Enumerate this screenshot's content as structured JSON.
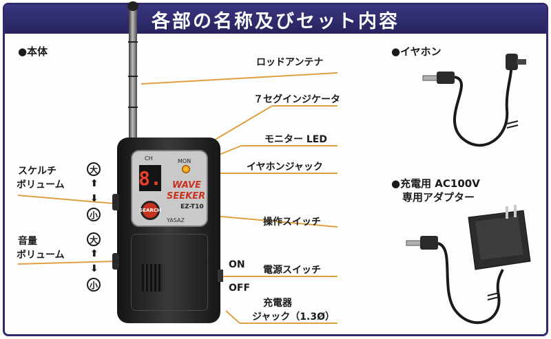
{
  "title": "各部の名称及びセット内容",
  "sections": {
    "main_unit": "●本体",
    "earphone": "●イヤホン",
    "adapter_line1": "●充電用 AC100V",
    "adapter_line2": "専用アダプター"
  },
  "labels": {
    "rod_antenna": "ロッドアンテナ",
    "segment_indicator": "７セグインジケータ",
    "monitor_led": "モニター LED",
    "earphone_jack": "イヤホンジャック",
    "operation_switch": "操作スイッチ",
    "power_switch": "電源スイッチ",
    "on": "ON",
    "off": "OFF",
    "charge_jack_line1": "充電器",
    "charge_jack_line2": "ジャック（1.3Ø）",
    "squelch_line1": "スケルチ",
    "squelch_line2": "ボリューム",
    "volume_line1": "音量",
    "volume_line2": "ボリューム",
    "large": "大",
    "small": "小"
  },
  "device": {
    "segment_display": "8.",
    "ch_label": "CH",
    "mon_label": "MON",
    "brand_line1": "WAVE",
    "brand_line2": "SEEKER",
    "model": "EZ-T10",
    "maker": "YASAZ",
    "switch_text": "SEARCH"
  },
  "colors": {
    "title_bar": "#2d2a6e",
    "leader_line": "#e0a040",
    "brand": "#c8321f"
  }
}
